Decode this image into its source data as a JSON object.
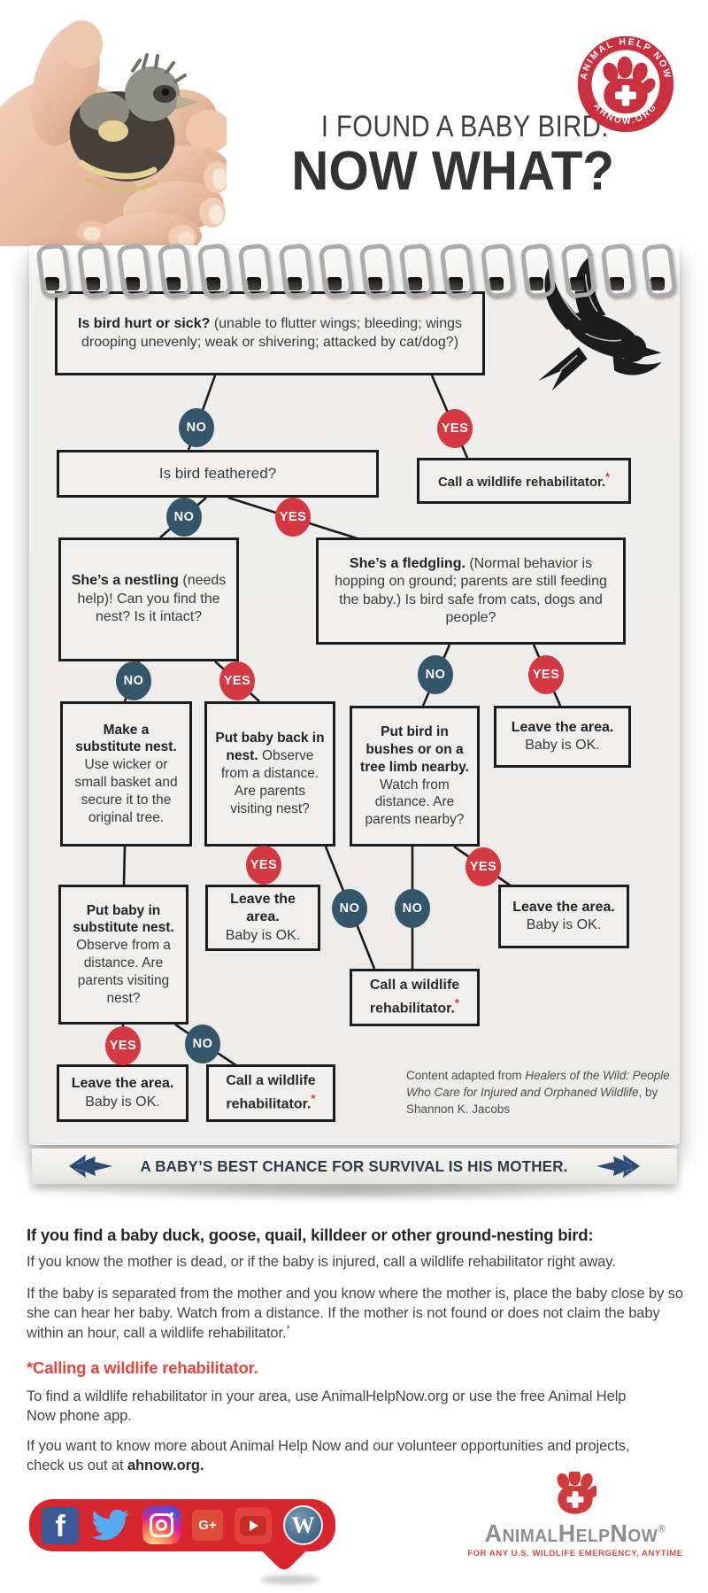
{
  "header": {
    "title_line1": "I FOUND A BABY BIRD.",
    "title_line2": "NOW WHAT?",
    "badge": {
      "arc_top": "ANIMAL HELP NOW",
      "arc_bottom": "AHNOW.ORG"
    }
  },
  "colors": {
    "accent_red": "#d43843",
    "chip_navy": "#33566b",
    "banner_navy": "#2c4a72",
    "heading_red": "#e2453c",
    "page_gray": "#efeeec"
  },
  "flow": {
    "no": "NO",
    "yes": "YES",
    "hurt": {
      "bold": "Is bird hurt or sick?",
      "rest": " (unable to flutter wings; bleeding; wings drooping unevenly; weak or shivering; attacked by cat/dog?)"
    },
    "feathered": "Is bird feathered?",
    "call_rehab": "Call a wildlife rehabilitator.",
    "asterisk": "*",
    "nestling": {
      "bold": "She’s a nestling",
      "rest": " (needs help)! Can you find the nest? Is it intact?"
    },
    "fledgling": {
      "bold": "She’s a fledgling.",
      "rest": " (Normal behavior is hopping on ground; parents are still feeding the baby.) Is bird safe from cats, dogs and people?"
    },
    "substitute": {
      "bold": "Make a substitute nest.",
      "rest": " Use wicker or small basket and secure it to the original tree."
    },
    "putback": {
      "bold": "Put baby back in nest.",
      "rest": " Observe from a distance. Are parents visiting nest?"
    },
    "bushes": {
      "bold": "Put bird in bushes or on a tree limb nearby.",
      "rest": " Watch from distance. Are parents nearby?"
    },
    "leave": {
      "bold": "Leave the area.",
      "rest": "Baby is OK."
    },
    "putbaby": {
      "bold": "Put baby in substitute nest.",
      "rest": " Observe from a distance. Are parents visiting nest?"
    },
    "citation": {
      "pre": "Content adapted from ",
      "italic": "Healers of the Wild: People Who Care for Injured and Orphaned Wildlife",
      "post": ", by Shannon K. Jacobs"
    }
  },
  "banner": {
    "text": "A BABY’S BEST CHANCE FOR SURVIVAL IS HIS MOTHER."
  },
  "sections": {
    "ground_heading": "If you find a baby duck, goose, quail, killdeer or other ground-nesting bird:",
    "p1": "If you know the mother is dead, or if the baby is injured, call a wildlife rehabilitator right away.",
    "p2": "If the baby is separated from the mother and you know where the mother is, place the baby close by so she can hear her baby. Watch from a distance. If the mother is not found or does not claim the baby within an hour, call a wildlife rehabilitator.",
    "p2_sup": "*",
    "calling_heading": "*Calling a wildlife rehabilitator.",
    "p3": "To find a wildlife rehabilitator in your area, use AnimalHelpNow.org or use the free Animal Help Now phone app.",
    "p4": "If you want to know more about Animal Help Now and our volunteer opportunities and projects, check us out at ",
    "p4_bold": "ahnow.org."
  },
  "footer": {
    "logo_text": "AnimalHelpNow",
    "logo_reg": "®",
    "tagline": "FOR ANY U.S. WILDLIFE EMERGENCY, ANYTIME",
    "fb_label": "f",
    "gplus_label": "G+",
    "wp_label": "W",
    "social": [
      "facebook",
      "twitter",
      "instagram",
      "google-plus",
      "youtube",
      "wordpress"
    ]
  }
}
